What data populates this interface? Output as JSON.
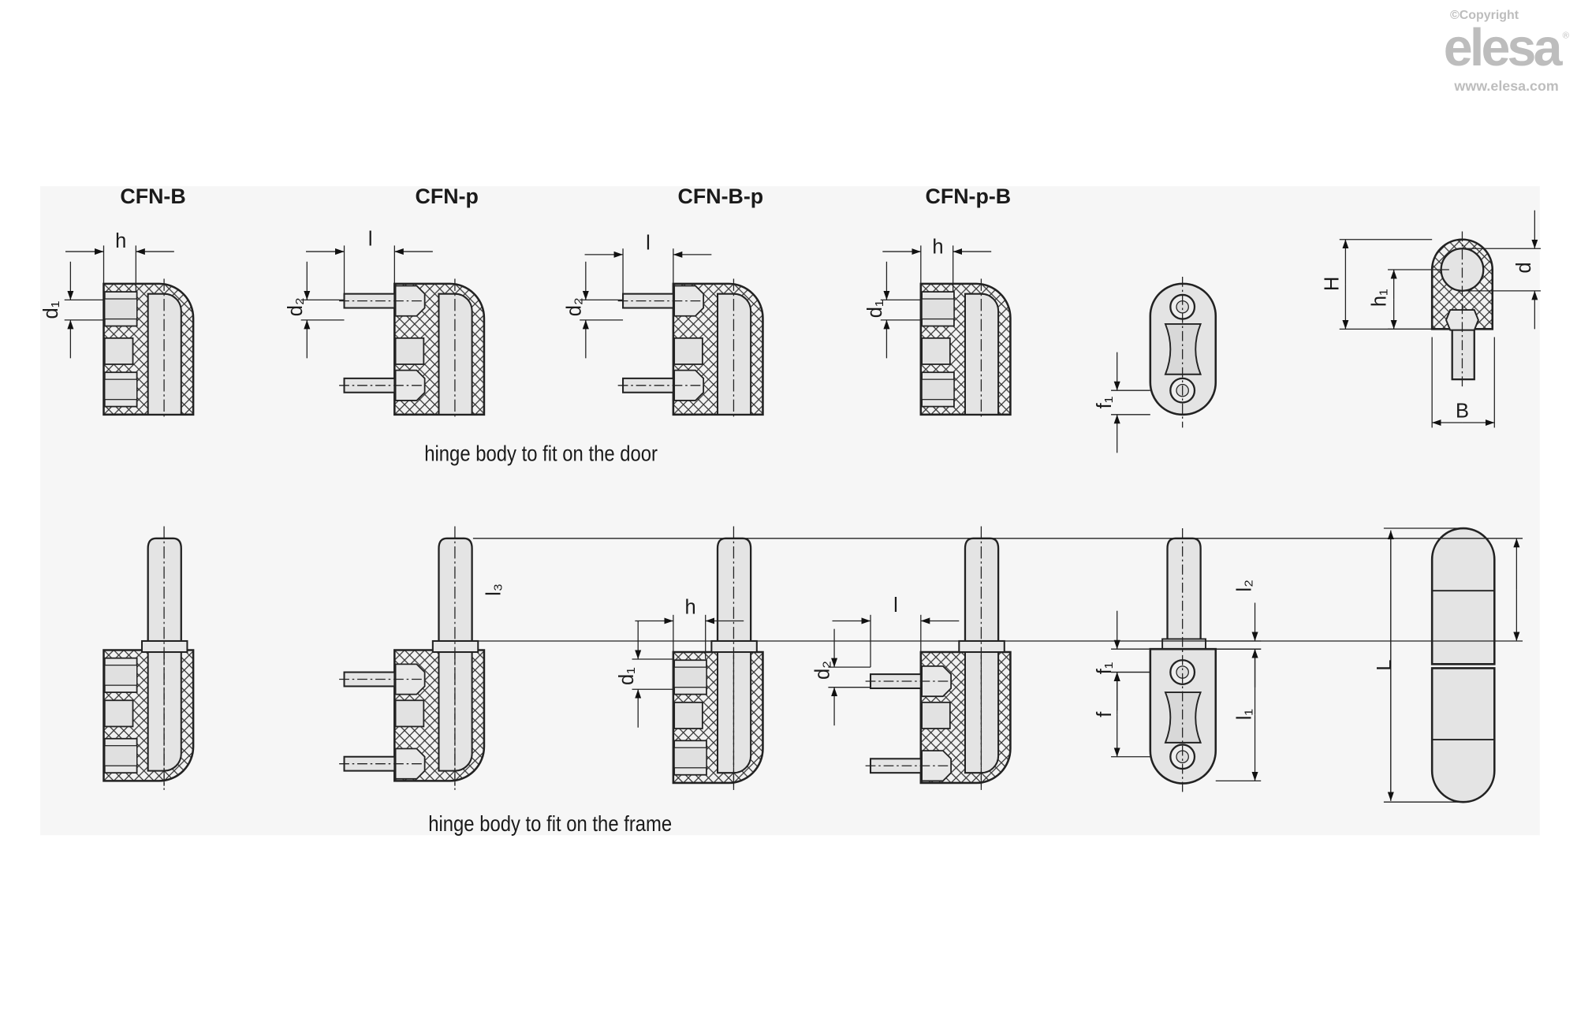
{
  "logo": {
    "copyright": "©Copyright",
    "brand": "elesa",
    "registered": "®",
    "url": "www.elesa.com"
  },
  "variants": [
    {
      "title": "CFN-B"
    },
    {
      "title": "CFN-p"
    },
    {
      "title": "CFN-B-p"
    },
    {
      "title": "CFN-p-B"
    }
  ],
  "captions": {
    "door": "hinge body to fit on the door",
    "frame": "hinge body to fit on the frame"
  },
  "dims": {
    "h": "h",
    "l": "l",
    "d1": "d₁",
    "d2": "d₂",
    "f": "f",
    "f1": "f₁",
    "H": "H",
    "h1": "h₁",
    "d": "d",
    "B": "B",
    "L": "L",
    "l1": "l₁",
    "l2": "l₂",
    "l3": "l₃"
  },
  "colors": {
    "line": "#222222",
    "panel": "#f6f6f6",
    "part": "#e2e2e2",
    "logo": "#bdbdbd"
  }
}
